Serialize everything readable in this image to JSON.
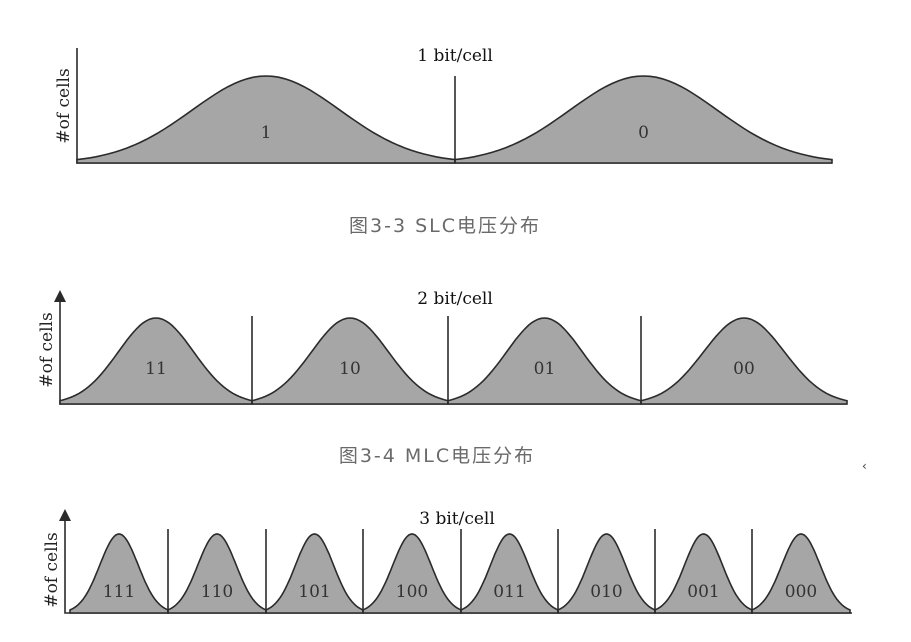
{
  "panels": [
    {
      "title": "1 bit/cell",
      "ylabel": "#of cells",
      "caption": "图3-3   SLC电压分布",
      "states": [
        "1",
        "0"
      ]
    },
    {
      "title": "2 bit/cell",
      "ylabel": "#of cells",
      "caption": "图3-4   MLC电压分布",
      "states": [
        "11",
        "10",
        "01",
        "00"
      ]
    },
    {
      "title": "3 bit/cell",
      "ylabel": "#of cells",
      "caption": "",
      "states": [
        "111",
        "110",
        "101",
        "100",
        "011",
        "010",
        "001",
        "000"
      ]
    }
  ],
  "stray_mark": "‹",
  "colors": {
    "fill": "#a6a6a6",
    "stroke": "#2b2b2b",
    "caption": "#6a6a6a"
  }
}
